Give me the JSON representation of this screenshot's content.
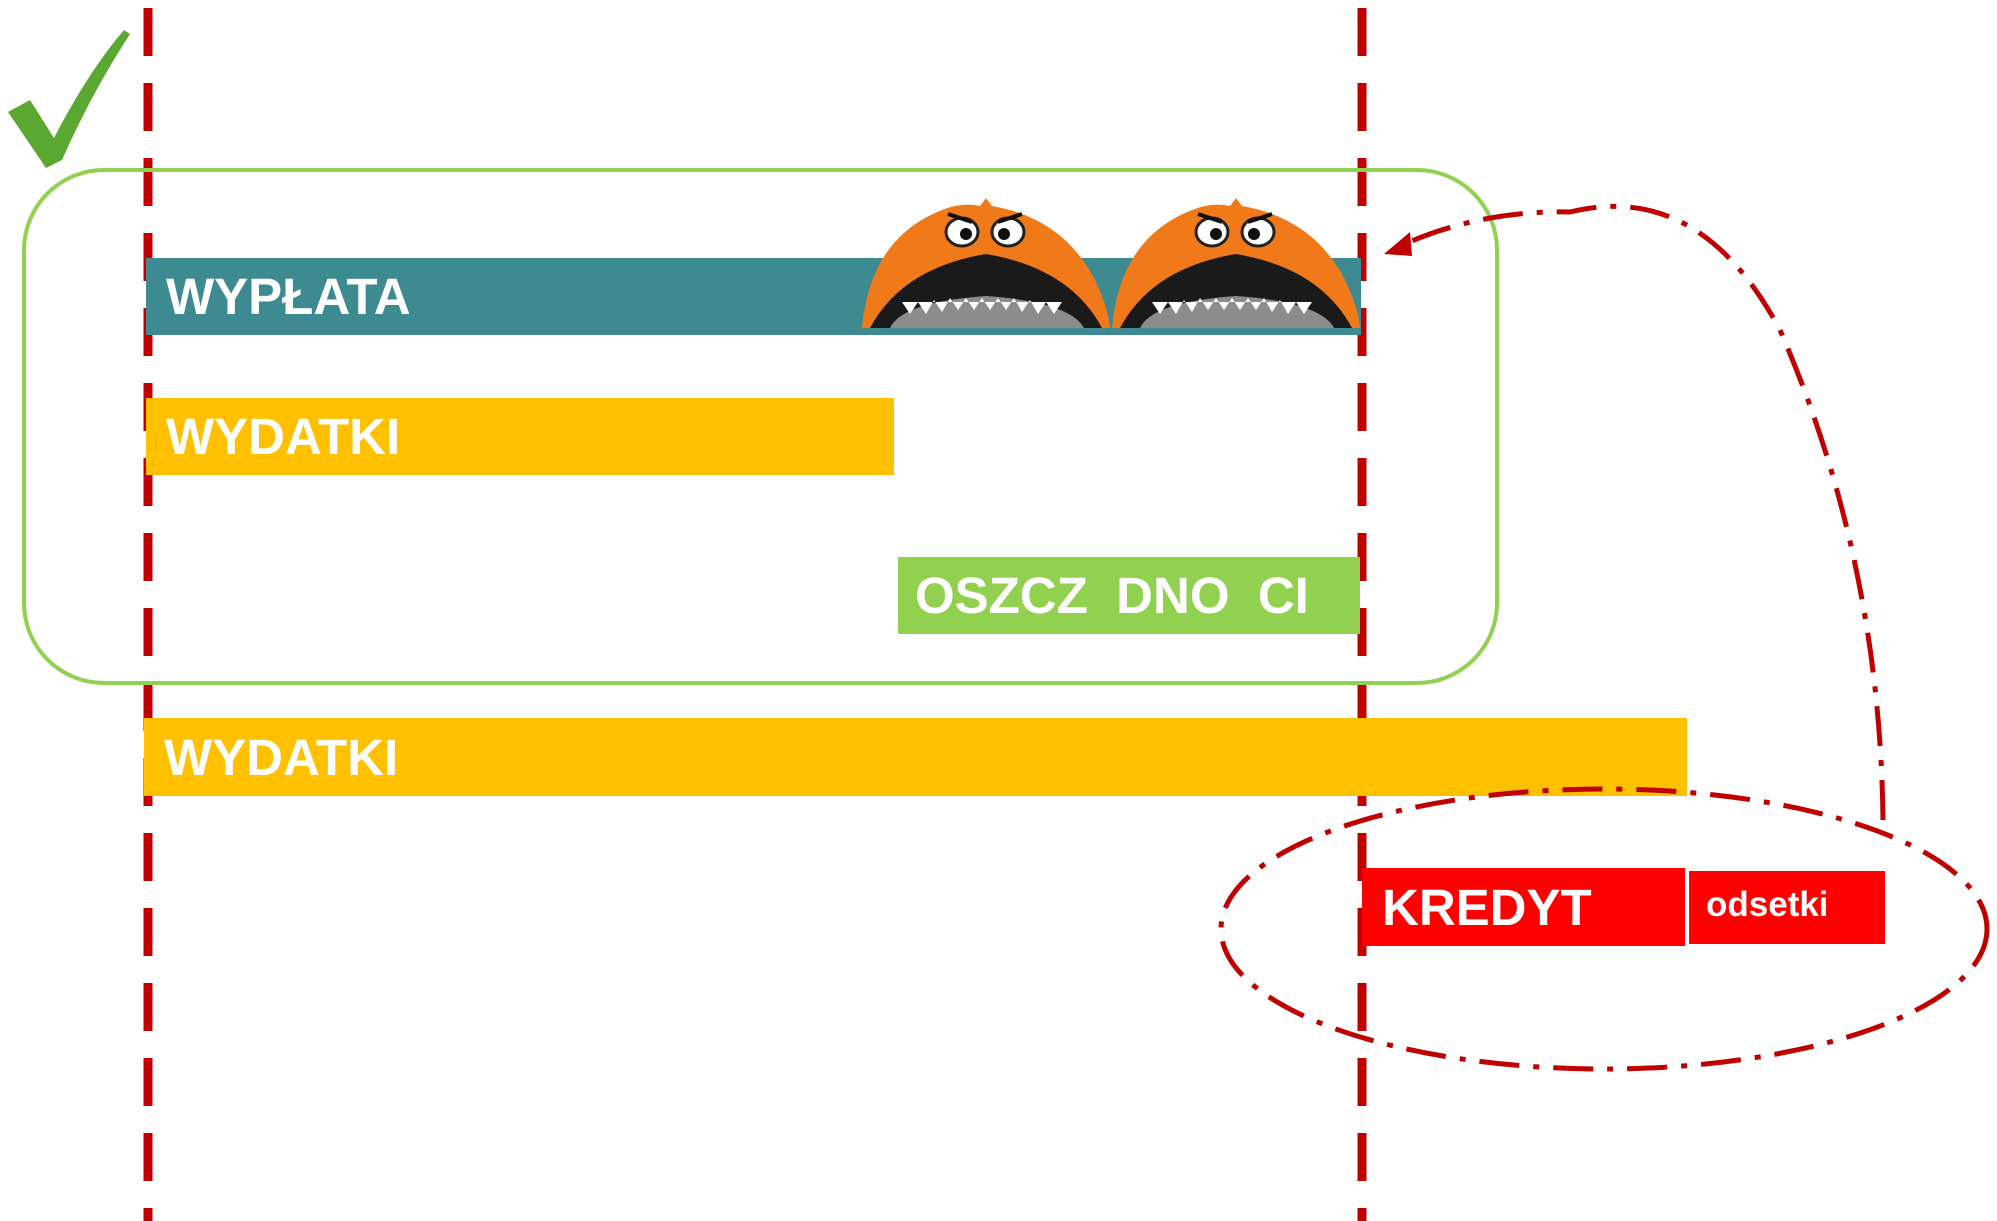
{
  "labels": {
    "wyplata": "WYPŁATA",
    "wydatki_1": "WYDATKI",
    "oszczednosci": "OSZCZ  DNO  CI",
    "wydatki_2": "WYDATKI",
    "kredyt": "KREDYT",
    "odsetki": "odsetki"
  },
  "colors": {
    "wyplata": "#3d8b91",
    "wydatki": "#ffc000",
    "oszczednosci": "#92d050",
    "kredyt": "#ff0000",
    "guide_lines": "#c00000",
    "frame": "#92d050",
    "checkmark": "#5aa832",
    "monster": "#f07a1a"
  },
  "icons": {
    "checkmark": "checkmark-icon",
    "monster": "monster-icon"
  }
}
